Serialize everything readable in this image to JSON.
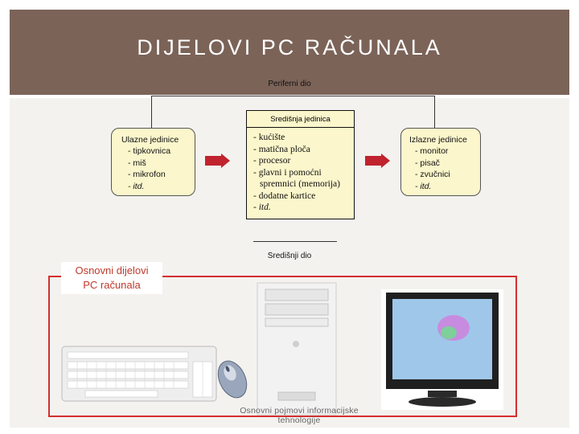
{
  "title": "DIJELOVI PC RAČUNALA",
  "periferni_label": "Periferni dio",
  "sredisnji_label": "Središnji dio",
  "central_box": {
    "title": "Središnja jedinica",
    "items": [
      "- kućište",
      "- matična ploča",
      "- procesor",
      "- glavni i pomoćni",
      "spremnici (memorija)",
      "- dodatne kartice",
      "- itd."
    ]
  },
  "input_box": {
    "title": "Ulazne jedinice",
    "items": [
      "- tipkovnica",
      "- miš",
      "- mikrofon",
      "- itd."
    ]
  },
  "output_box": {
    "title": "Izlazne jedinice",
    "items": [
      "- monitor",
      "- pisač",
      "- zvučnici",
      "- itd."
    ]
  },
  "photo_label": [
    "Osnovni dijelovi",
    "PC računala"
  ],
  "footer": "Osnovni pojmovi informacijske tehnologije",
  "colors": {
    "header": "#7b6358",
    "arrow": "#c0232d",
    "box_fill": "#fbf6cb",
    "frame": "#d32f2f"
  }
}
